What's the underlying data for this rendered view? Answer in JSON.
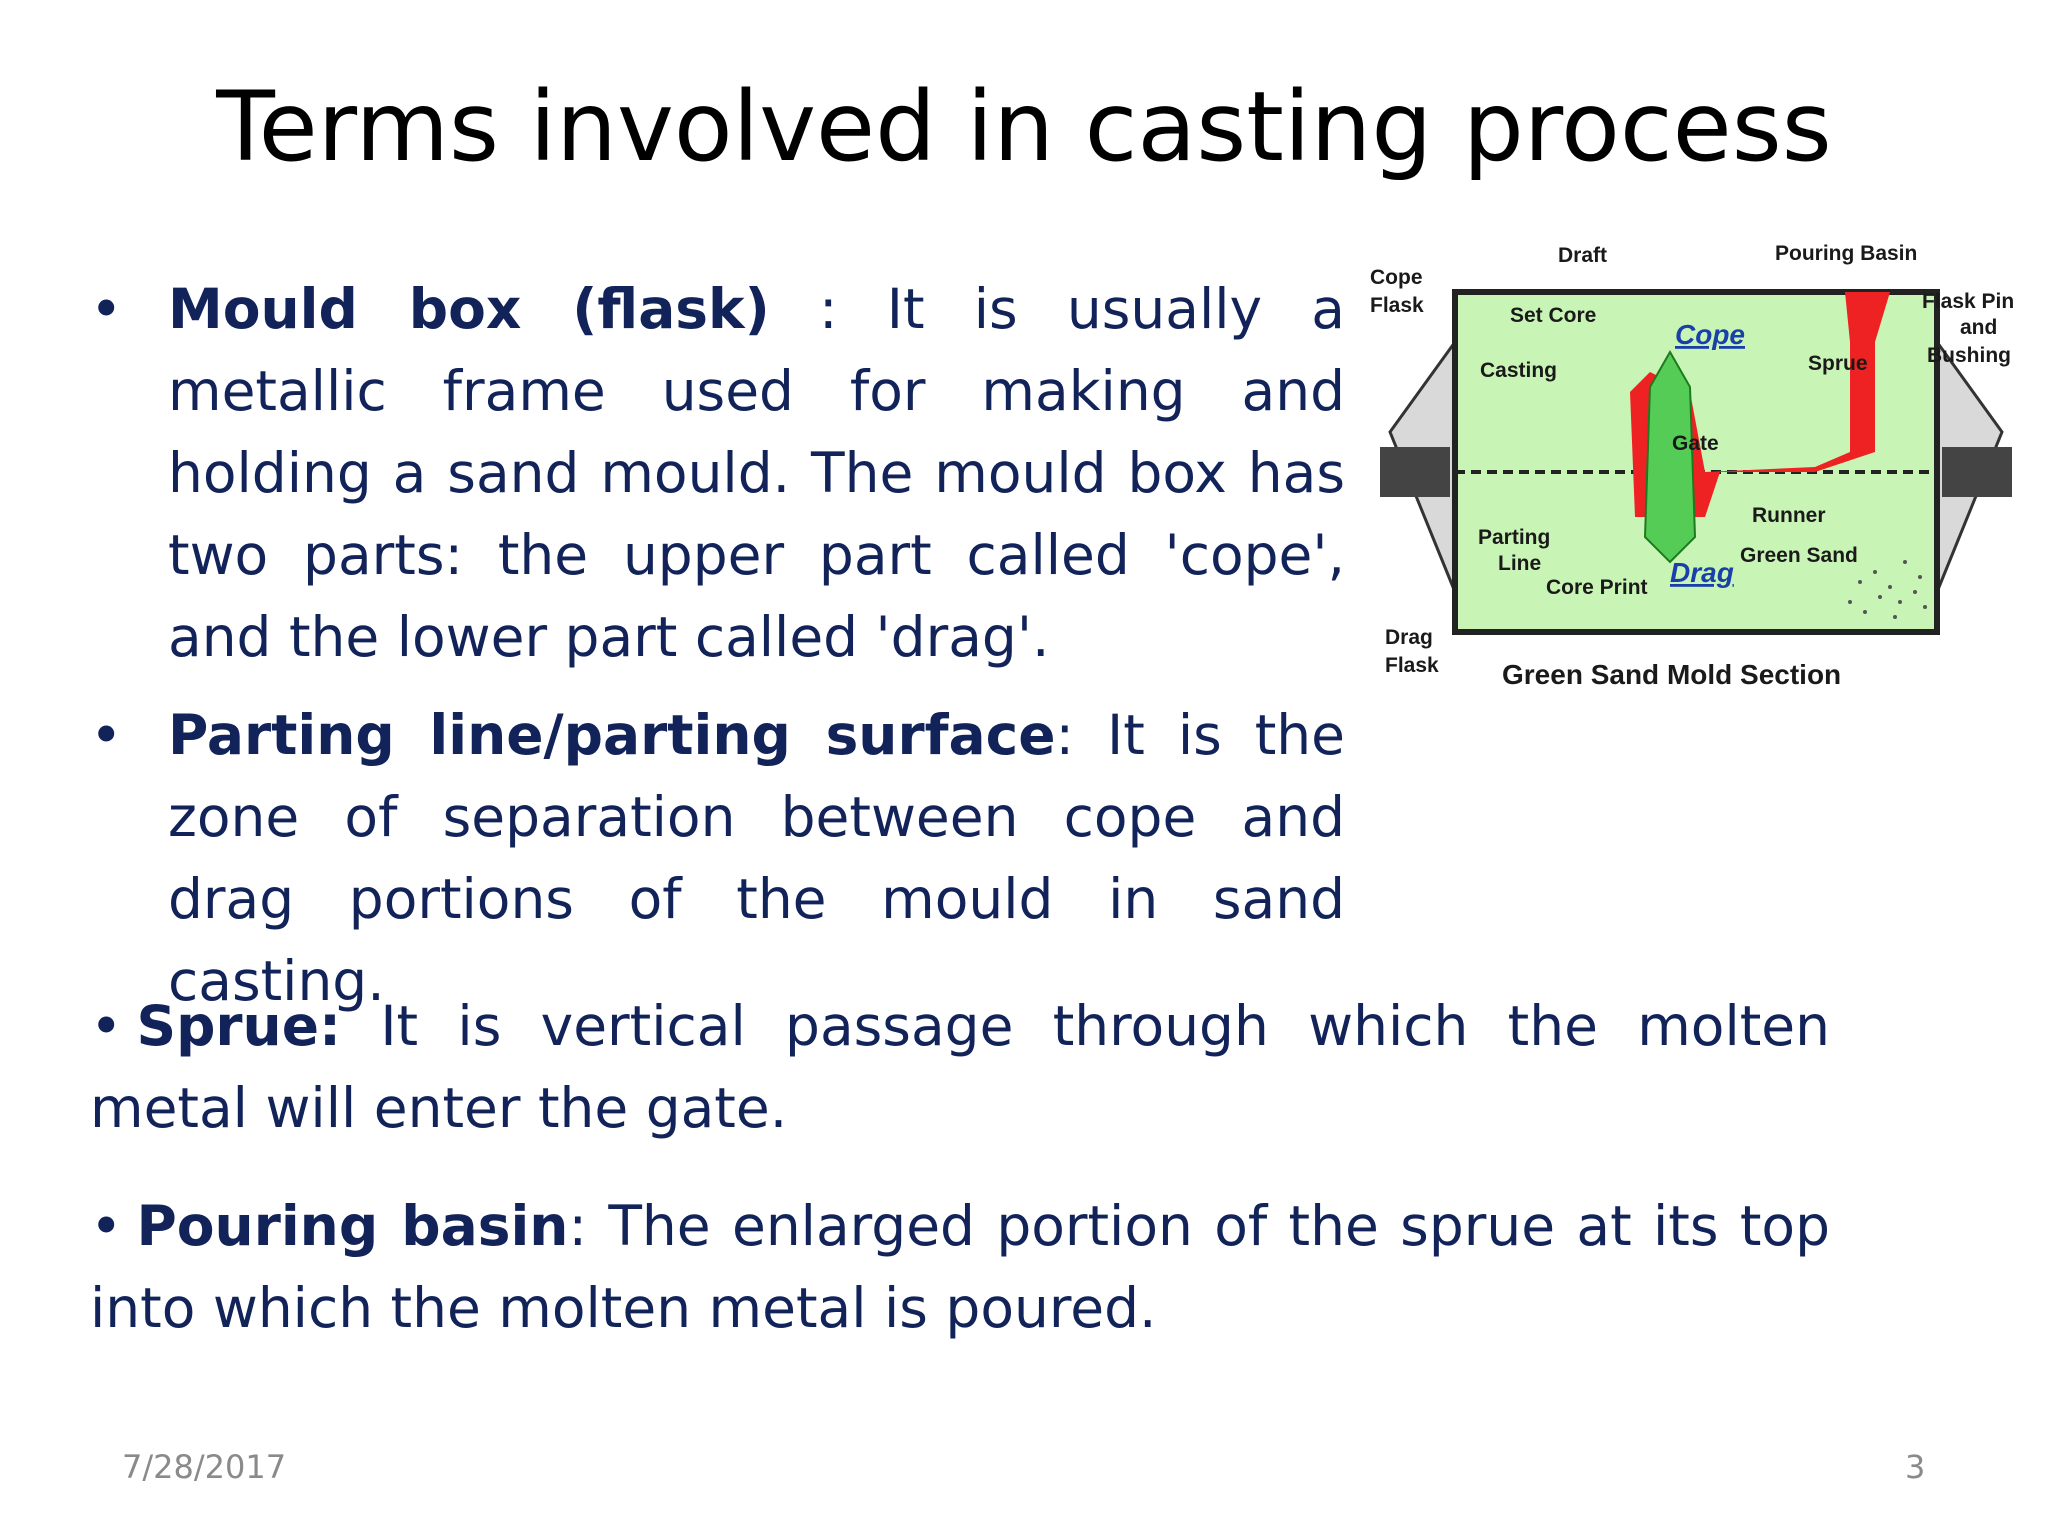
{
  "slide": {
    "title": "Terms involved in casting process",
    "bullets": [
      {
        "term": "Mould box (flask)",
        "text": " : It is usually a metallic frame used for making and holding a sand mould. The mould box has two parts: the upper part called 'cope', and the lower part called 'drag'."
      },
      {
        "term": "Parting line/parting surface",
        "text": ": It is the zone of separation between cope and drag portions of the mould in sand casting."
      },
      {
        "term": "Sprue:",
        "text": " It is vertical passage through which the molten metal will enter the gate."
      },
      {
        "term": "Pouring basin",
        "text": ": The enlarged portion of the sprue at its top into which the molten metal is poured."
      }
    ],
    "bullet_glyph": "•",
    "footer": {
      "date": "7/28/2017",
      "page": "3"
    }
  },
  "diagram": {
    "caption": "Green Sand Mold Section",
    "labels": {
      "draft": "Draft",
      "pouring_basin": "Pouring Basin",
      "cope_flask_1": "Cope",
      "cope_flask_2": "Flask",
      "flask_pin_1": "Flask Pin",
      "flask_pin_2": "and",
      "flask_pin_3": "Bushing",
      "set_core": "Set Core",
      "cope": "Cope",
      "casting": "Casting",
      "sprue": "Sprue",
      "gate": "Gate",
      "runner": "Runner",
      "parting_1": "Parting",
      "parting_2": "Line",
      "core_print": "Core Print",
      "drag": "Drag",
      "green_sand": "Green Sand",
      "drag_flask_1": "Drag",
      "drag_flask_2": "Flask"
    },
    "colors": {
      "sand": "#c8f5b5",
      "metal": "#ee2222",
      "core": "#55cc55",
      "flask": "#333333",
      "text_blue": "#1a3faa"
    }
  }
}
